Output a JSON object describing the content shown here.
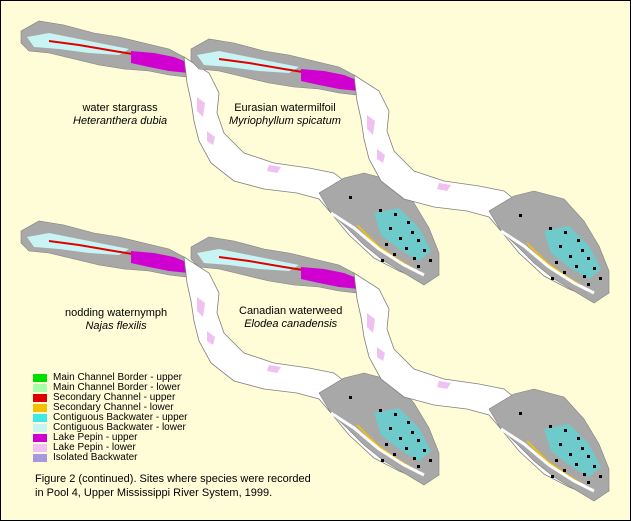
{
  "maps": [
    {
      "id": "stargrass",
      "common_name": "water stargrass",
      "scientific_name": "Heteranthera dubia"
    },
    {
      "id": "watermilfoil",
      "common_name": "Eurasian watermilfoil",
      "scientific_name": "Myriophyllum spicatum"
    },
    {
      "id": "waternymph",
      "common_name": "nodding waternymph",
      "scientific_name": "Najas flexilis"
    },
    {
      "id": "waterweed",
      "common_name": "Canadian waterweed",
      "scientific_name": "Elodea canadensis"
    }
  ],
  "legend": [
    {
      "label": "Main Channel Border - upper",
      "color": "#00e000"
    },
    {
      "label": "Main Channel Border - lower",
      "color": "#a8ffa8"
    },
    {
      "label": "Secondary Channel - upper",
      "color": "#e00000"
    },
    {
      "label": "Secondary Channel - lower",
      "color": "#f5c000"
    },
    {
      "label": "Contiguous Backwater - upper",
      "color": "#40e8e8"
    },
    {
      "label": "Contiguous Backwater - lower",
      "color": "#c8f4f4"
    },
    {
      "label": "Lake Pepin - upper",
      "color": "#d000d0"
    },
    {
      "label": "Lake Pepin - lower",
      "color": "#f0c0f0"
    },
    {
      "label": "Isolated Backwater",
      "color": "#a898e0"
    }
  ],
  "caption": {
    "line1": "Figure 2 (continued).  Sites where species were recorded",
    "line2": "in Pool 4, Upper Mississippi River System, 1999."
  },
  "colors": {
    "background": "#fffdd8",
    "land_gray": "#a8a8a8",
    "river_white": "#ffffff",
    "site_dot": "#000000"
  }
}
